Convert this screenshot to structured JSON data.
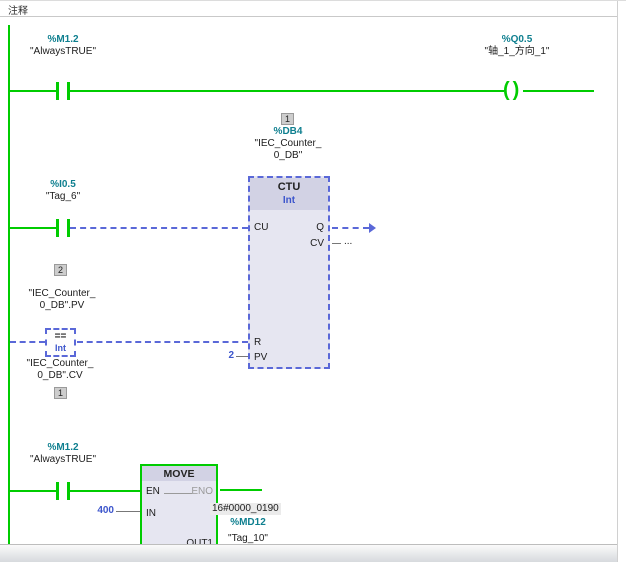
{
  "comment_bar": {
    "label": "注释"
  },
  "colors": {
    "power_flow_green": "#00cc00",
    "operand_teal": "#0e7f8f",
    "constant_blue": "#3c55cc",
    "no_flow_dashed_blue": "#5a68d8",
    "block_fill": "#e6e6f1",
    "block_header_fill": "#d2d2e4"
  },
  "symbols": {
    "coil_open": "(",
    "coil_close": ")"
  },
  "rung_top": {
    "contact_address": "%M1.2",
    "contact_name": "\"AlwaysTRUE\"",
    "coil_address": "%Q0.5",
    "coil_name": "\"轴_1_方向_1\""
  },
  "counter": {
    "order_badge": "1",
    "db_address": "%DB4",
    "db_name_line1": "\"IEC_Counter_",
    "db_name_line2": "0_DB\"",
    "block_title": "CTU",
    "block_type": "Int",
    "pin_cu": "CU",
    "pin_r": "R",
    "pin_pv": "PV",
    "pin_q": "Q",
    "pin_cv": "CV",
    "pv_value": "2",
    "cv_output": "..."
  },
  "cu_contact": {
    "address": "%I0.5",
    "name": "\"Tag_6\""
  },
  "comparator": {
    "order_badge": "2",
    "top_operand_line1": "\"IEC_Counter_",
    "top_operand_line2": "0_DB\".PV",
    "symbol": "==",
    "type": "Int",
    "bottom_operand_line1": "\"IEC_Counter_",
    "bottom_operand_line2": "0_DB\".CV",
    "bottom_badge": "1"
  },
  "rung_move": {
    "contact_address": "%M1.2",
    "contact_name": "\"AlwaysTRUE\"",
    "block_title": "MOVE",
    "pin_en": "EN",
    "pin_eno": "ENO",
    "pin_in": "IN",
    "pin_out1": "OUT1",
    "in_value": "400",
    "monitor_value": "16#0000_0190",
    "out_address": "%MD12",
    "out_name": "\"Tag_10\""
  }
}
